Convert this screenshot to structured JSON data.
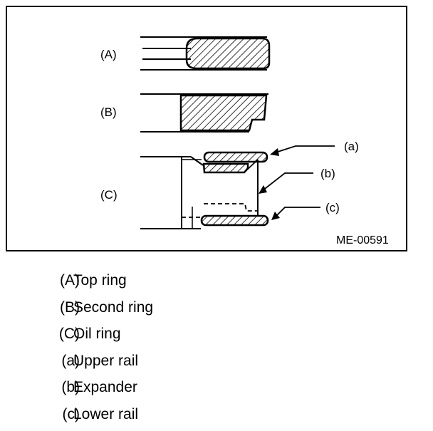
{
  "diagram": {
    "figure_id": "ME-00591",
    "labels": {
      "A": "(A)",
      "B": "(B)",
      "C": "(C)",
      "a": "(a)",
      "b": "(b)",
      "c": "(c)"
    }
  },
  "legend": [
    {
      "key": "(A)",
      "text": "Top ring"
    },
    {
      "key": "(B)",
      "text": "Second ring"
    },
    {
      "key": "(C)",
      "text": "Oil ring"
    },
    {
      "key": "(a)",
      "text": "Upper rail"
    },
    {
      "key": "(b)",
      "text": "Expander"
    },
    {
      "key": "(c)",
      "text": "Lower rail"
    }
  ],
  "colors": {
    "line": "#000000",
    "background": "#ffffff"
  }
}
